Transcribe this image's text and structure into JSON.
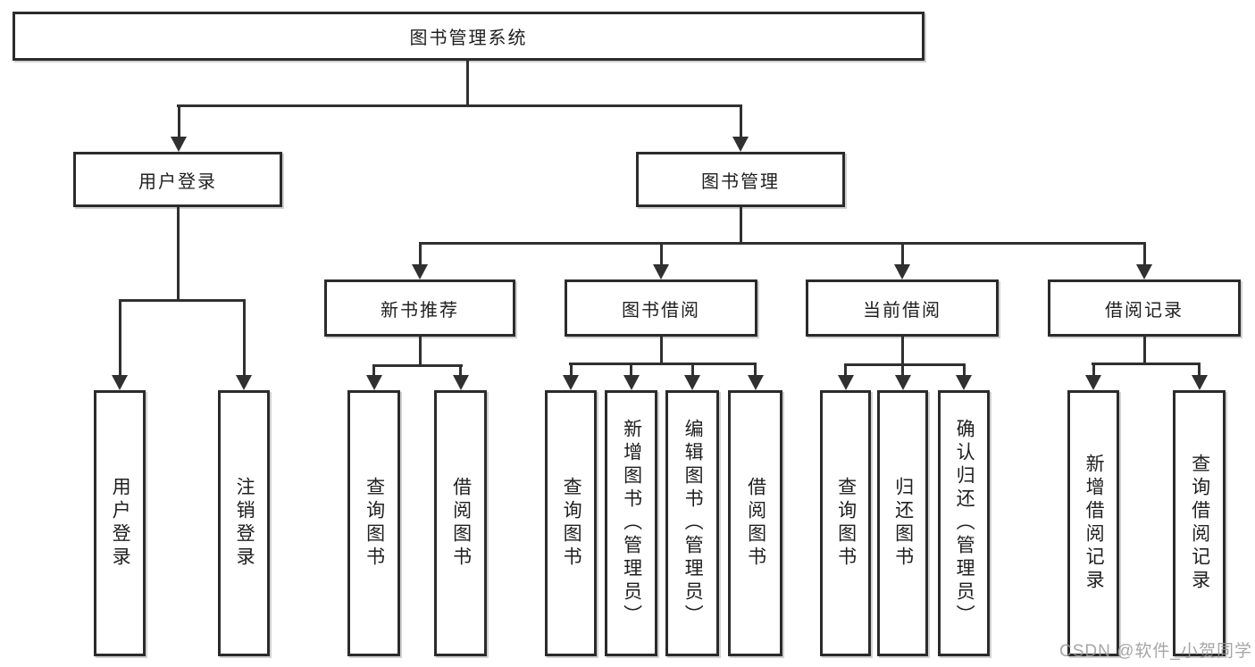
{
  "diagram": {
    "root_label": "图书管理系统",
    "branches": [
      {
        "label": "用户登录",
        "children": [
          {
            "label": "用户登录"
          },
          {
            "label": "注销登录"
          }
        ]
      },
      {
        "label": "图书管理",
        "groups": [
          {
            "label": "新书推荐",
            "children": [
              {
                "label": "查询图书"
              },
              {
                "label": "借阅图书"
              }
            ]
          },
          {
            "label": "图书借阅",
            "children": [
              {
                "label": "查询图书"
              },
              {
                "label": "新增图书（管理员）"
              },
              {
                "label": "编辑图书（管理员）"
              },
              {
                "label": "借阅图书"
              }
            ]
          },
          {
            "label": "当前借阅",
            "children": [
              {
                "label": "查询图书"
              },
              {
                "label": "归还图书"
              },
              {
                "label": "确认归还（管理员）"
              }
            ]
          },
          {
            "label": "借阅记录",
            "children": [
              {
                "label": "新增借阅记录"
              },
              {
                "label": "查询借阅记录"
              }
            ]
          }
        ]
      }
    ]
  },
  "watermark": {
    "text": "CSDN @软件_小贺同学"
  },
  "colors": {
    "line": "#303030",
    "box_border": "#2b2b2b",
    "text": "#1f1f1f",
    "watermark": "#969696",
    "background": "#ffffff"
  }
}
